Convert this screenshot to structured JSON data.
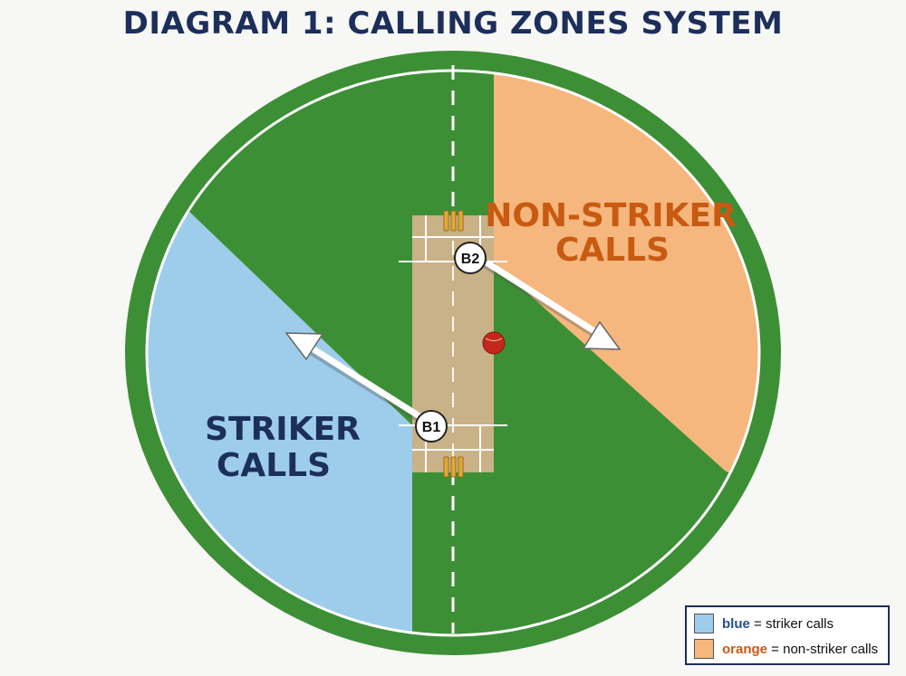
{
  "title": "DIAGRAM 1: CALLING ZONES SYSTEM",
  "zones": {
    "striker": {
      "line1": "STRIKER",
      "line2": "CALLS",
      "color": "#9dcdea",
      "text_color": "#1c2f5a"
    },
    "non_striker": {
      "line1": "NON-STRIKER",
      "line2": "CALLS",
      "color": "#f5b77e",
      "text_color": "#c85a12"
    }
  },
  "batters": {
    "b1": "B1",
    "b2": "B2"
  },
  "legend": {
    "items": [
      {
        "key": "blue",
        "text": " = striker calls",
        "color": "#9dcdea"
      },
      {
        "key": "orange",
        "text": " = non-striker calls",
        "color": "#f5b77e"
      }
    ]
  },
  "colors": {
    "field": "#3d8f36",
    "pitch": "#c9b287",
    "ball": "#c4281c",
    "title": "#1c2f5a"
  }
}
